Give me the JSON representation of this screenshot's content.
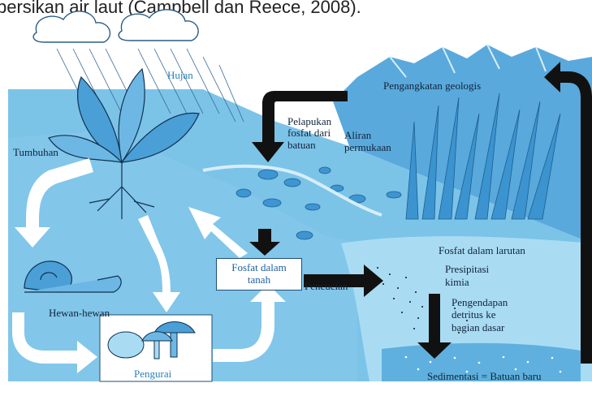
{
  "caption": "bersikan air laut (Campbell dan Reece, 2008).",
  "labels": {
    "rain": "Hujan",
    "geologic_uplift": "Pengangkatan geologis",
    "weathering_line1": "Pelapukan",
    "weathering_line2": "fosfat dari",
    "weathering_line3": "batuan",
    "runoff_line1": "Aliran",
    "runoff_line2": "permukaan",
    "plants": "Tumbuhan",
    "animals": "Hewan-hewan",
    "decomposers": "Pengurai",
    "soil_phosphate_line1": "Fosfat dalam",
    "soil_phosphate_line2": "tanah",
    "leaching": "Pencucian",
    "dissolved_phosphate": "Fosfat dalam larutan",
    "chem_precip_line1": "Presipitasi",
    "chem_precip_line2": "kimia",
    "detritus_line1": "Pengendapan",
    "detritus_line2": "detritus ke",
    "detritus_line3": "bagian dasar",
    "sedimentation": "Sedimentasi = Batuan baru"
  },
  "colors": {
    "sky": "#ffffff",
    "land": "#7cc3e8",
    "water": "#a9dcf3",
    "mountain": "#5aa9dc",
    "plant": "#4a9fd6",
    "arrow_white": "#ffffff",
    "arrow_black": "#111111"
  }
}
